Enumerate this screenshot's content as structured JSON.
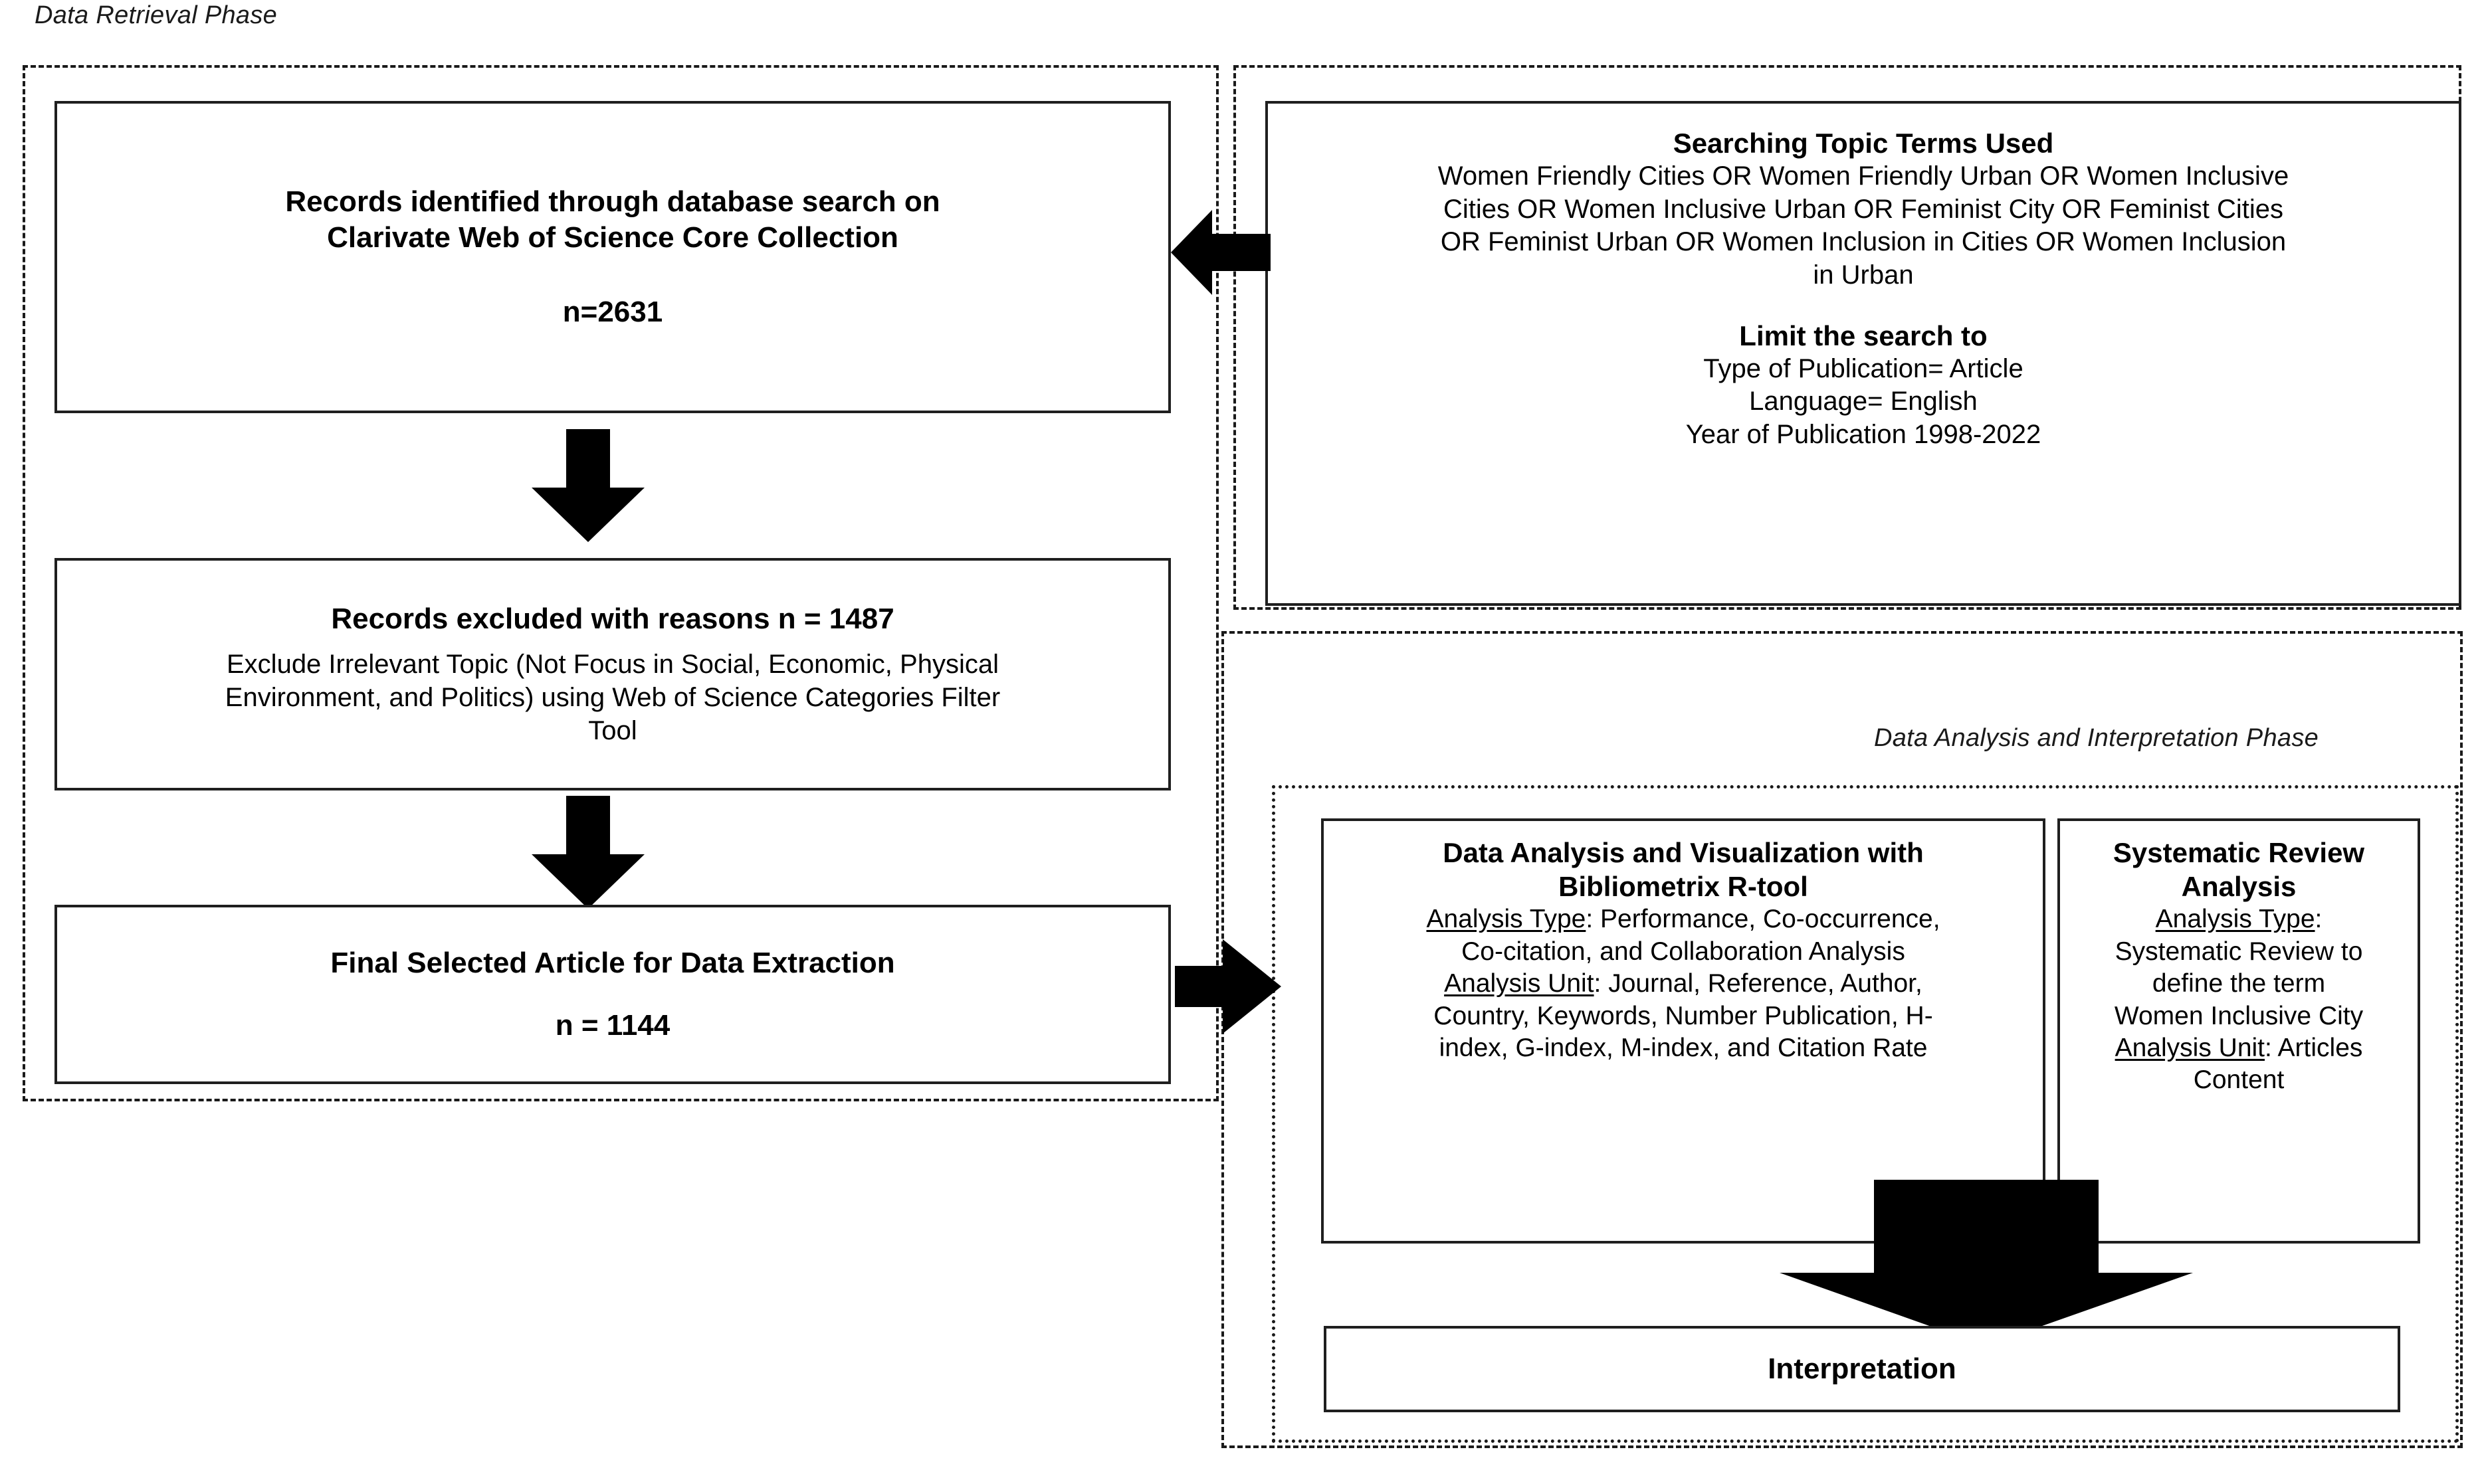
{
  "diagram": {
    "title_phase_left": "Data Retrieval Phase",
    "title_phase_right": "Data Analysis and Interpretation Phase"
  },
  "nodes": {
    "records_identified": {
      "line1": "Records identified through database search on",
      "line2": "Clarivate Web of Science Core Collection",
      "count": "n=2631"
    },
    "search_terms": {
      "heading": "Searching Topic Terms Used",
      "terms_line1": "Women Friendly Cities OR Women Friendly Urban OR Women Inclusive",
      "terms_line2": "Cities OR Women Inclusive Urban OR Feminist City OR Feminist Cities",
      "terms_line3": "OR Feminist Urban OR Women Inclusion in Cities OR Women Inclusion",
      "terms_line4": "in Urban",
      "limit_heading": "Limit the search to",
      "limit_line1": "Type of Publication= Article",
      "limit_line2": "Language= English",
      "limit_line3": "Year of Publication 1998-2022"
    },
    "records_excluded": {
      "heading": "Records excluded with reasons n = 1487",
      "reason_line1": "Exclude Irrelevant Topic (Not Focus in Social, Economic, Physical",
      "reason_line2": "Environment, and Politics) using Web of Science Categories Filter",
      "reason_line3": "Tool"
    },
    "final_selected": {
      "heading": "Final Selected Article for Data Extraction",
      "count": "n = 1144"
    },
    "bibliometrix": {
      "title_line1": "Data Analysis and Visualization with",
      "title_line2": "Bibliometrix R-tool",
      "analysis_type_label": "Analysis Type",
      "analysis_type_value": ": Performance, Co-occurrence,",
      "analysis_type_cont": "Co-citation, and Collaboration Analysis",
      "analysis_unit_label": "Analysis Unit",
      "analysis_unit_value": ": Journal, Reference, Author,",
      "analysis_unit_cont1": "Country, Keywords, Number Publication, H-",
      "analysis_unit_cont2": "index, G-index, M-index, and Citation Rate"
    },
    "systematic_review": {
      "title_line1": "Systematic Review",
      "title_line2": "Analysis",
      "analysis_type_label": "Analysis Type",
      "analysis_type_colon": ":",
      "analysis_type_line1": "Systematic Review to",
      "analysis_type_line2": "define the term",
      "analysis_type_line3": "Women Inclusive City",
      "analysis_unit_label": "Analysis Unit",
      "analysis_unit_value": ": Articles",
      "analysis_unit_cont": "Content"
    },
    "interpretation": {
      "label": "Interpretation"
    }
  },
  "arrows": {
    "search_to_records": "arrow-left",
    "records_to_excluded": "arrow-down",
    "excluded_to_final": "arrow-down",
    "final_to_analysis": "arrow-right",
    "analysis_to_interpretation": "arrow-down-wide"
  },
  "colors": {
    "stroke": "#1f1f1f",
    "fill": "#ffffff",
    "text": "#000000",
    "arrow": "#000000"
  }
}
